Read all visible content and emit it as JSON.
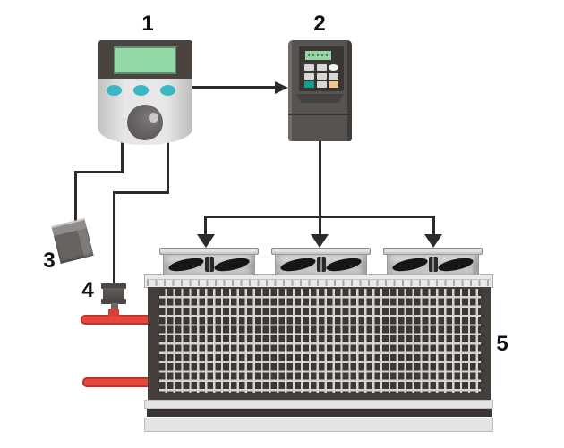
{
  "labels": {
    "controller": "1",
    "drive": "2",
    "sensor": "3",
    "valve": "4",
    "heat_exchanger": "5"
  },
  "colors": {
    "background": "#ffffff",
    "wire": "#2b2b2b",
    "pipe_red": "#e7463a",
    "pipe_border_red": "#bd3429",
    "controller_screen_green": "#93d8a7",
    "controller_button_teal": "#3ab7c4",
    "controller_header_dark": "#4a4340",
    "device_body_gray": "#575350",
    "keypad_display_green": "#9ad3a4",
    "keypad_key_teal": "#0aa193",
    "keypad_key_tan": "#eec68e",
    "coil_dark": "#3e3835",
    "coil_grid_line": "#d4d4d4",
    "housing_light_gray": "#e4e4e4"
  }
}
